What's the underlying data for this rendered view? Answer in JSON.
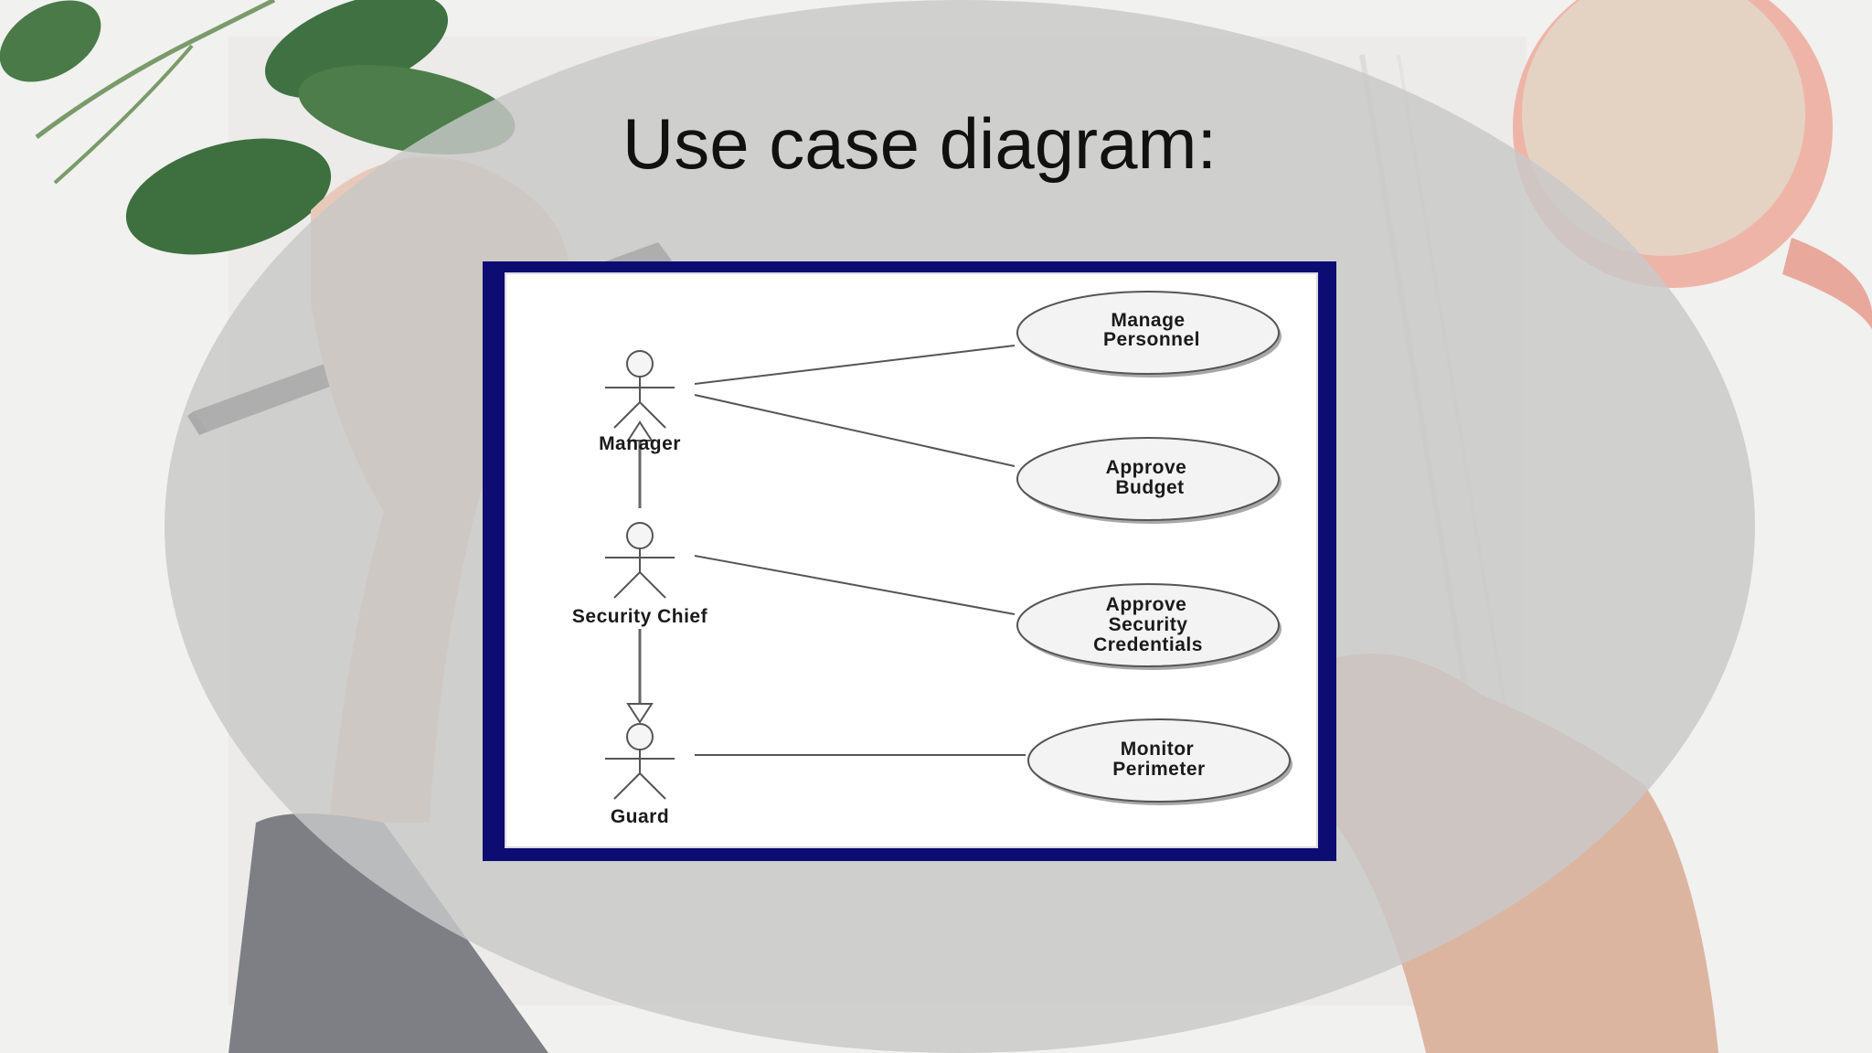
{
  "slide": {
    "title": "Use case diagram:"
  },
  "diagram": {
    "actors": [
      {
        "id": "manager",
        "label": "Manager"
      },
      {
        "id": "security-chief",
        "label": "Security Chief"
      },
      {
        "id": "guard",
        "label": "Guard"
      }
    ],
    "use_cases": [
      {
        "id": "manage-personnel",
        "lines": [
          "Manage",
          "Personnel"
        ]
      },
      {
        "id": "approve-budget",
        "lines": [
          "Approve",
          "Budget"
        ]
      },
      {
        "id": "approve-security-credentials",
        "lines": [
          "Approve",
          "Security",
          "Credentials"
        ]
      },
      {
        "id": "monitor-perimeter",
        "lines": [
          "Monitor",
          "Perimeter"
        ]
      }
    ],
    "associations": [
      {
        "from": "manager",
        "to": "manage-personnel"
      },
      {
        "from": "manager",
        "to": "approve-budget"
      },
      {
        "from": "security-chief",
        "to": "approve-security-credentials"
      },
      {
        "from": "guard",
        "to": "monitor-perimeter"
      }
    ],
    "generalizations": [
      {
        "from": "security-chief",
        "to": "manager"
      },
      {
        "from": "security-chief",
        "to": "guard"
      }
    ]
  }
}
